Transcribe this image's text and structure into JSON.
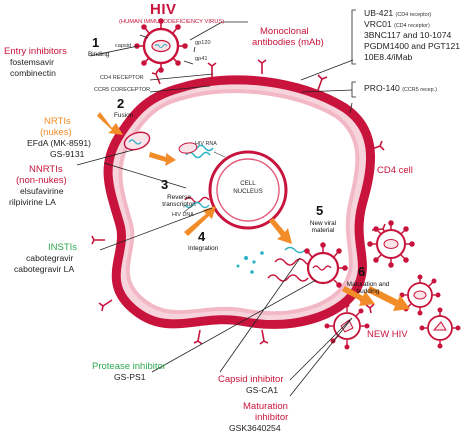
{
  "title": {
    "main": "HIV",
    "subtitle": "(HUMAN IMMUNODEFICIENCY VIRUS)"
  },
  "virion_parts": {
    "capsid": "capsid",
    "gp120": "gp120",
    "gp41": "gp41",
    "cd4_receptor": "CD4 RECEPTOR",
    "ccr5_coreceptor": "CCR5 CORECEPTOR"
  },
  "steps": [
    {
      "number": "1",
      "label": "Binding"
    },
    {
      "number": "2",
      "label": "Fusion"
    },
    {
      "number": "3",
      "label": "Reverse transcripton"
    },
    {
      "number": "4",
      "label": "Integration"
    },
    {
      "number": "5",
      "label": "New viral material"
    },
    {
      "number": "6",
      "label": "Maturation and budding"
    }
  ],
  "cell": {
    "nucleus_label": "CELL NUCLEUS",
    "hiv_rna": "HIV RNA",
    "hiv_dna": "HIV DNA",
    "cd4_cell": "CD4 cell",
    "new_hiv": "NEW HIV"
  },
  "left_drugs": {
    "entry": {
      "heading": "Entry inhibitors",
      "drugs": [
        "fostemsavir",
        "combinectin"
      ]
    },
    "nrti": {
      "heading_1": "NRTIs",
      "heading_2": "(nukes)",
      "drugs": [
        "EFdA (MK-8591)",
        "GS-9131"
      ]
    },
    "nnrti": {
      "heading_1": "NNRTIs",
      "heading_2": "(non-nukes)",
      "drugs": [
        "elsufavirine",
        "rilpivirine LA"
      ]
    },
    "insti": {
      "heading": "INSTIs",
      "drugs": [
        "cabotegravir",
        "cabotegravir LA"
      ]
    }
  },
  "bottom_drugs": {
    "protease": {
      "heading": "Protease inhibitor",
      "drugs": [
        "GS-PS1"
      ]
    },
    "capsid": {
      "heading": "Capsid inhibitor",
      "drugs": [
        "GS-CA1"
      ]
    },
    "maturation": {
      "heading_1": "Maturation",
      "heading_2": "inhibitor",
      "drugs": [
        "GSK3640254"
      ]
    }
  },
  "right_drugs": {
    "mab": {
      "heading_1": "Monoclonal",
      "heading_2": "antibodies (mAb)"
    },
    "list": [
      {
        "name": "UB-421",
        "note": "(CD4 receptor)"
      },
      {
        "name": "VRC01",
        "note": "(CD4 receptor)"
      },
      {
        "name": "3BNC117 and 10-1074",
        "note": ""
      },
      {
        "name": "PGDM1400 and PGT121",
        "note": ""
      },
      {
        "name": "10E8.4/iMab",
        "note": ""
      }
    ],
    "pro140": {
      "name": "PRO-140",
      "note": "(CCR5 recep.)"
    }
  },
  "colors": {
    "crimson": "#c8143c",
    "membrane_pink": "#f2b8c6",
    "orange": "#f28c28",
    "green": "#2fa84f",
    "teal": "#29b3c4"
  }
}
